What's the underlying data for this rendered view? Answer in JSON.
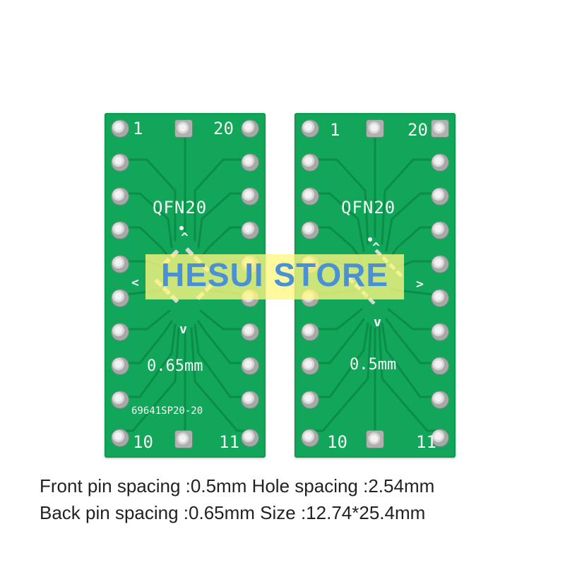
{
  "boards": {
    "front": {
      "pin_first": "1",
      "pin_last": "20",
      "pin_bottom_left": "10",
      "pin_bottom_right": "11",
      "package": "QFN20",
      "pitch": "0.65mm",
      "part_code": "69641SP20-20"
    },
    "back": {
      "pin_first": "1",
      "pin_last": "20",
      "pin_bottom_left": "10",
      "pin_bottom_right": "11",
      "package": "QFN20",
      "pitch": "0.5mm"
    }
  },
  "watermark": "HESUI STORE",
  "caption": {
    "line1": "Front pin spacing :0.5mm Hole spacing :2.54mm",
    "line2": "Back pin spacing :0.65mm Size :12.74*25.4mm"
  },
  "colors": {
    "board": "#12a65a",
    "silkscreen": "#f4f8f5",
    "watermark_bg": "#fff782",
    "watermark_text": "#4a90d6"
  }
}
